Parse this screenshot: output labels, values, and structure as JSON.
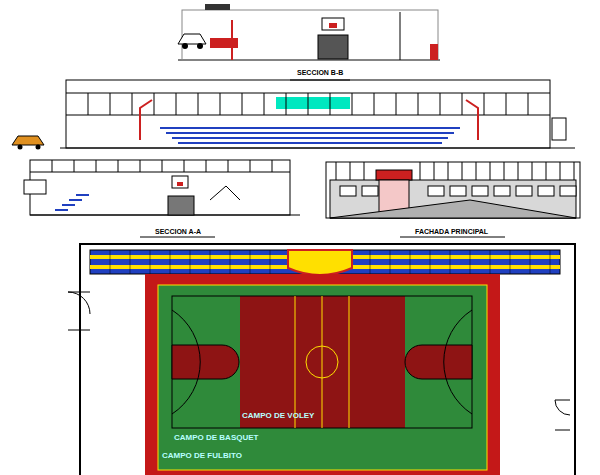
{
  "diagram": {
    "labels": [
      "SECCION B-B",
      "SECCION A-A",
      "FACHADA PRINCIPAL",
      "CAMPO DE VOLEY",
      "CAMPO DE BASQUET",
      "CAMPO DE FULBITO"
    ]
  }
}
